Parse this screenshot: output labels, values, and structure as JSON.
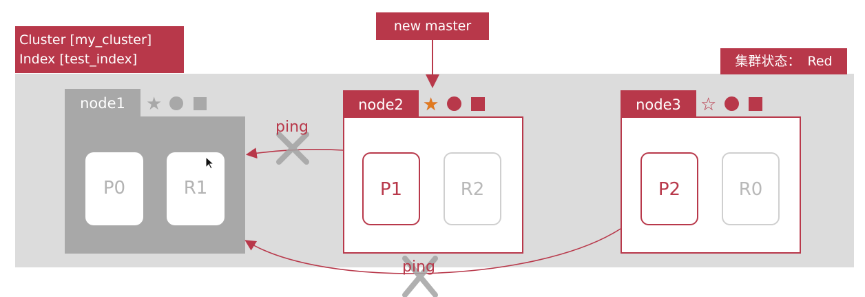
{
  "header": {
    "cluster_line": "Cluster [my_cluster]",
    "index_line": "Index [test_index]",
    "status_label": "集群状态：",
    "status_value": "Red",
    "new_master_label": "new master"
  },
  "nodes": [
    {
      "name": "node1",
      "state": "offline",
      "star": "★",
      "shards": [
        "P0",
        "R1"
      ]
    },
    {
      "name": "node2",
      "state": "master",
      "star": "★",
      "shards": [
        "P1",
        "R2"
      ]
    },
    {
      "name": "node3",
      "state": "data",
      "star": "☆",
      "shards": [
        "P2",
        "R0"
      ]
    }
  ],
  "connections": {
    "ping_label": "ping"
  },
  "colors": {
    "accent": "#b8384a",
    "offline": "#a8a8a8",
    "band": "#dcdcdc",
    "star": "#e07a1f"
  }
}
